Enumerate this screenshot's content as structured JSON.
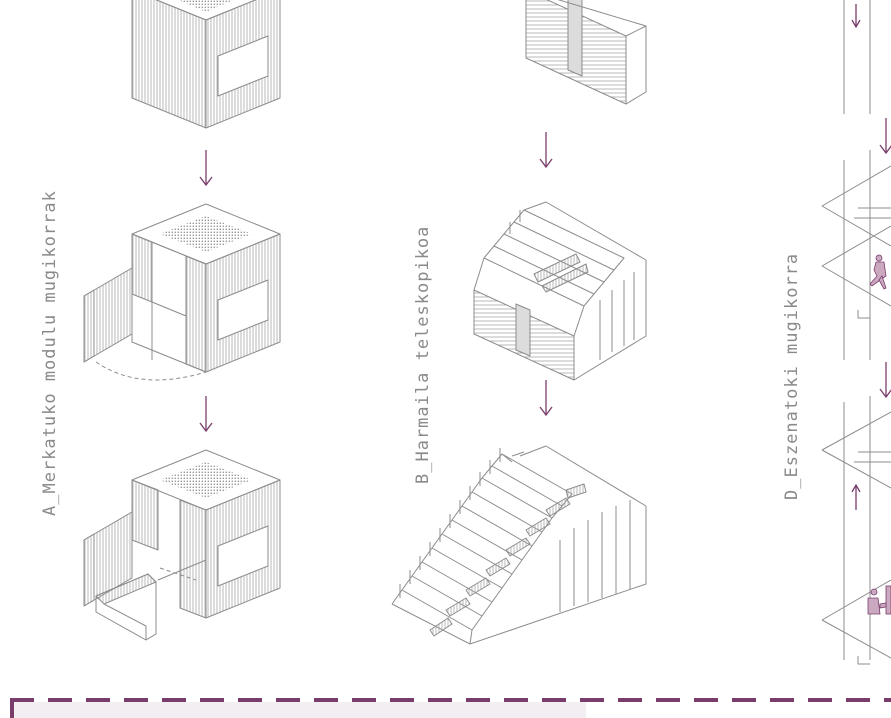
{
  "labels": {
    "a": "A_Merkatuko modulu mugikorrak",
    "b": "B_Harmaila teleskopikoa",
    "d": "D_Eszenatoki mugikorra"
  },
  "colors": {
    "line": "#8c8c8c",
    "accent": "#7a3d6b",
    "figure": "#b58aa8",
    "label": "#8a8a8a",
    "band": "#f3eef2"
  },
  "icons": [
    "arrow-down-icon",
    "arrow-up-icon",
    "person-figure-icon"
  ]
}
